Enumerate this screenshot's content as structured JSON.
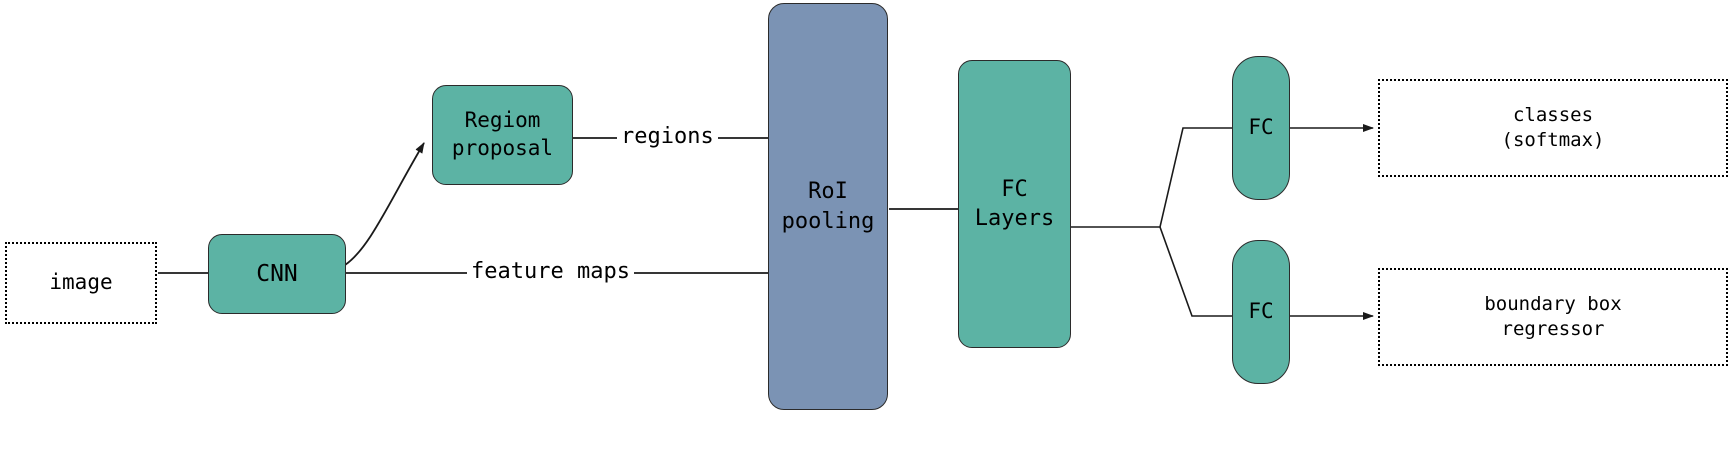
{
  "diagram": {
    "title": "Fast R-CNN object detection pipeline",
    "colors": {
      "teal": "#5cb3a4",
      "blue": "#7b93b4",
      "stroke": "#2b2b2b",
      "background": "#ffffff",
      "text": "#000000"
    },
    "nodes": [
      {
        "id": "image",
        "label": "image",
        "style": "dotted",
        "font_size": 21
      },
      {
        "id": "cnn",
        "label": "CNN",
        "style": "teal",
        "font_size": 23
      },
      {
        "id": "region-proposal",
        "label": "Regiom\nproposal",
        "style": "teal",
        "font_size": 21
      },
      {
        "id": "roi-pooling",
        "label": "RoI\npooling",
        "style": "blue",
        "font_size": 22
      },
      {
        "id": "fc-layers",
        "label": "FC\nLayers",
        "style": "teal",
        "font_size": 22
      },
      {
        "id": "fc-top",
        "label": "FC",
        "style": "teal",
        "font_size": 21
      },
      {
        "id": "fc-bottom",
        "label": "FC",
        "style": "teal",
        "font_size": 21
      },
      {
        "id": "classes",
        "label": "classes\n(softmax)",
        "style": "dotted",
        "font_size": 19
      },
      {
        "id": "bbox-regressor",
        "label": "boundary box\nregressor",
        "style": "dotted",
        "font_size": 19
      }
    ],
    "edge_labels": [
      {
        "id": "regions",
        "text": "regions",
        "font_size": 22
      },
      {
        "id": "feature-maps",
        "text": "feature maps",
        "font_size": 22
      }
    ]
  }
}
